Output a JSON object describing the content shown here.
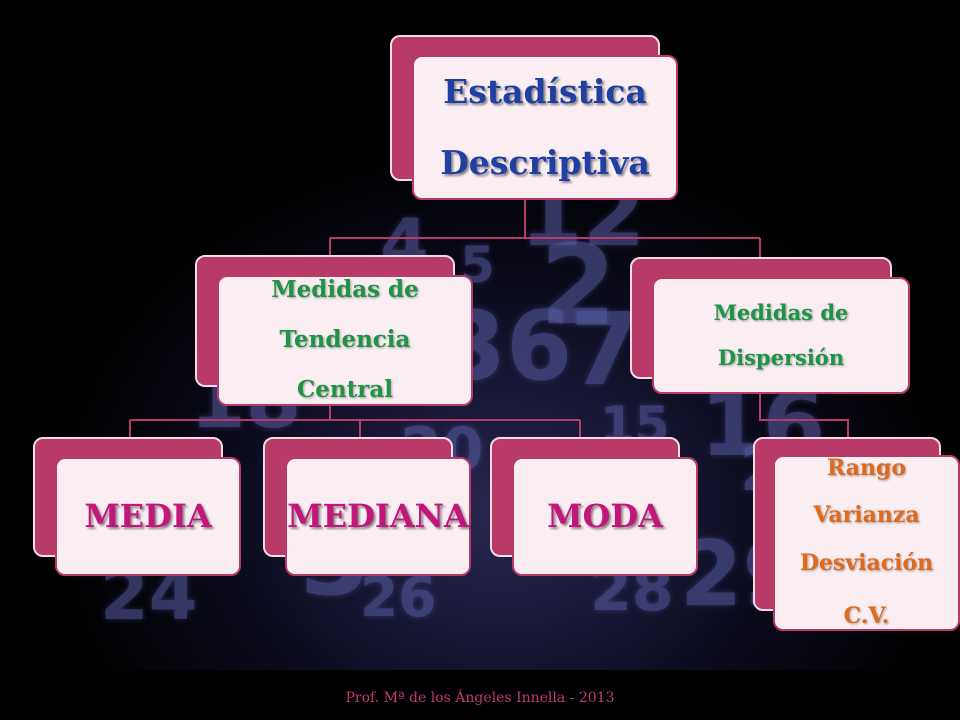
{
  "diagram": {
    "root": {
      "lines": [
        "Estadística",
        "Descriptiva"
      ]
    },
    "branches": [
      {
        "label": [
          "Medidas de",
          "Tendencia",
          "Central"
        ],
        "children": [
          {
            "label": [
              "MEDIA"
            ]
          },
          {
            "label": [
              "MEDIANA"
            ]
          },
          {
            "label": [
              "MODA"
            ]
          }
        ]
      },
      {
        "label": [
          "Medidas de",
          "Dispersión"
        ],
        "children": [
          {
            "label": [
              "Rango",
              "Varianza",
              "Desviación",
              "C.V."
            ]
          }
        ]
      }
    ]
  },
  "footer": "Prof.  Mª de los Ángeles Innella - 2013",
  "colors": {
    "box_back": "#b83a68",
    "box_front": "#fbeef3",
    "root_text": "#1f3fa3",
    "branch_text": "#1f9446",
    "leaf_text": "#c2177a",
    "dispersion_leaf_text": "#e06a1b",
    "connector": "#b83a68",
    "background": "#000000"
  }
}
